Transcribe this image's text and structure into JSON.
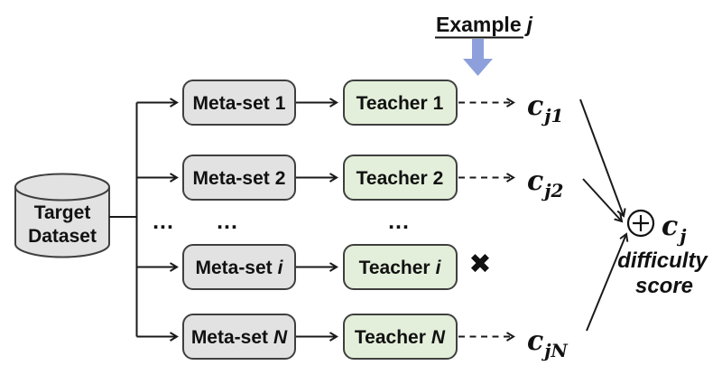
{
  "diagram": {
    "dataset": {
      "line1": "Target",
      "line2": "Dataset"
    },
    "example": {
      "prefix": "Example",
      "index": "j"
    },
    "rows": [
      {
        "meta_prefix": "Meta-set",
        "meta_index": "1",
        "teacher_prefix": "Teacher",
        "teacher_index": "1",
        "out_base": "c",
        "out_sub": "j1"
      },
      {
        "meta_prefix": "Meta-set",
        "meta_index": "2",
        "teacher_prefix": "Teacher",
        "teacher_index": "2",
        "out_base": "c",
        "out_sub": "j2"
      },
      {
        "meta_prefix": "Meta-set",
        "meta_index": "i",
        "teacher_prefix": "Teacher",
        "teacher_index": "i",
        "cross": "✖"
      },
      {
        "meta_prefix": "Meta-set",
        "meta_index": "N",
        "teacher_prefix": "Teacher",
        "teacher_index": "N",
        "out_base": "c",
        "out_sub": "jN"
      }
    ],
    "ellipsis": "...",
    "aggregate": {
      "base": "c",
      "sub": "j",
      "caption1": "difficulty",
      "caption2": "score"
    },
    "colors": {
      "node_gray": "#e2e2e2",
      "teacher_green": "#e3efda",
      "arrow_blue": "#8da0dc",
      "line": "#1a1a1a"
    }
  }
}
